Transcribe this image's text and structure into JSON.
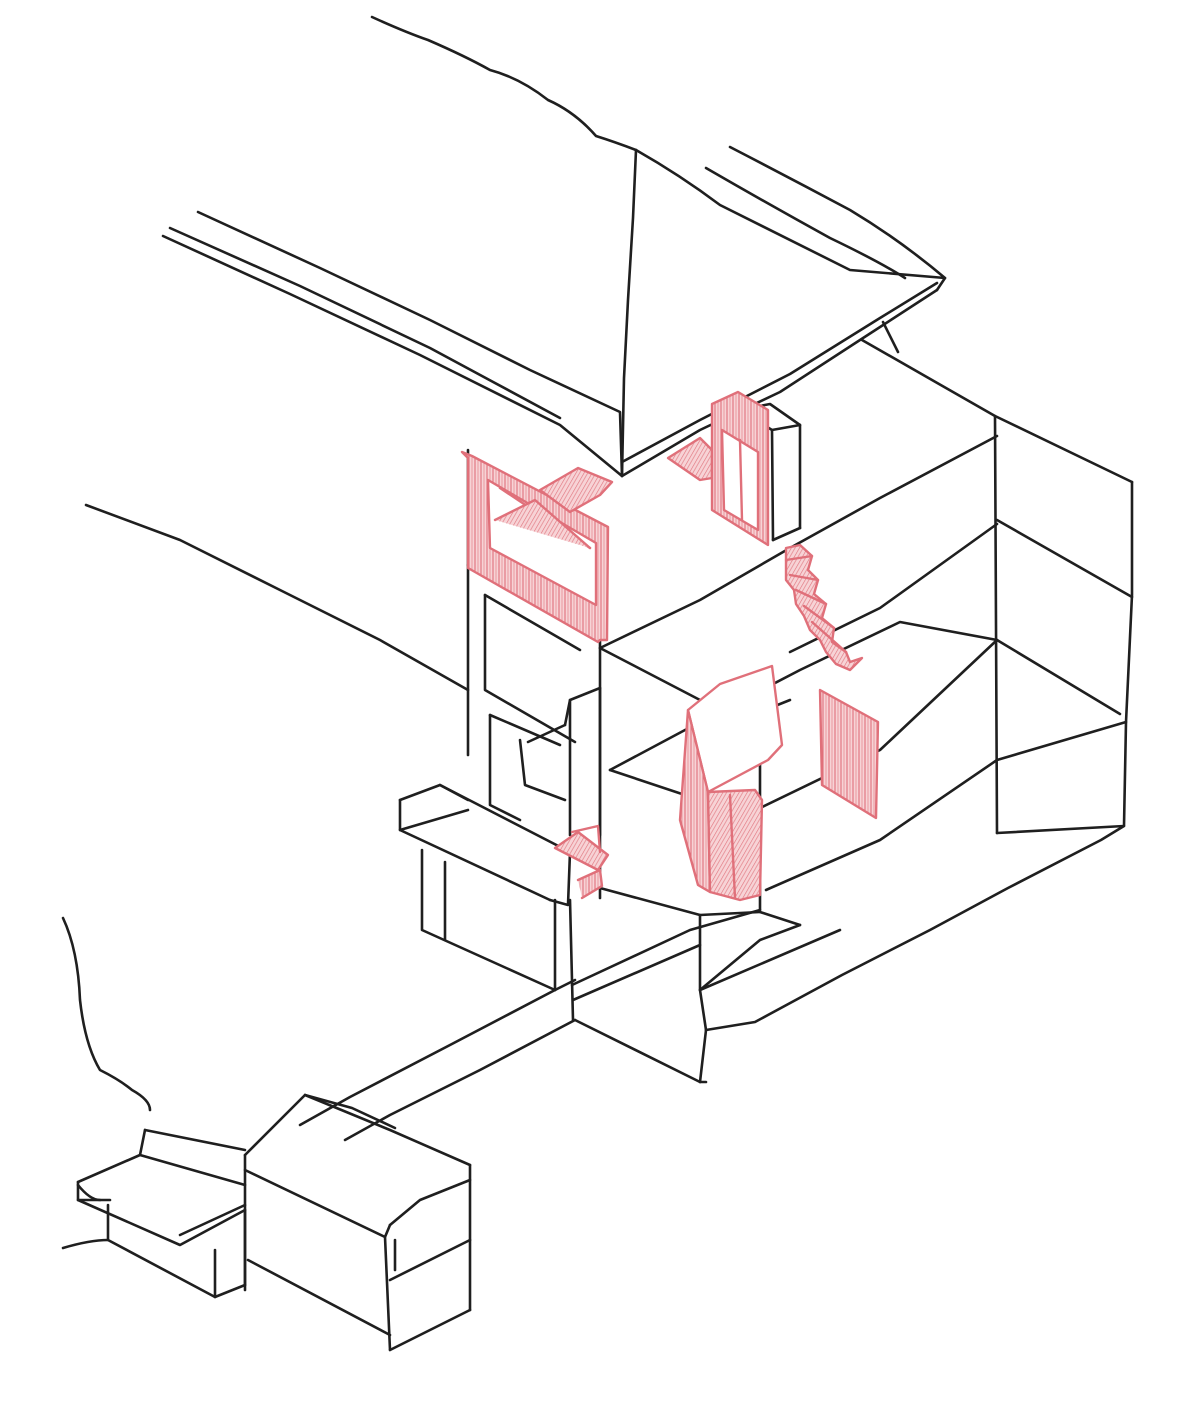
{
  "sketch": {
    "colors": {
      "paper": "#ffffff",
      "ink": "#1f1f1f",
      "highlight": "#e0707a",
      "highlight_fill": "#f3b7bc"
    },
    "highlighted_components": [
      "upper-window-frame",
      "roof-gap-infill",
      "rear-window-frame",
      "stair-flight",
      "tilted-wall-panel",
      "cutaway-column",
      "right-wall-panel",
      "lower-step-block"
    ]
  }
}
